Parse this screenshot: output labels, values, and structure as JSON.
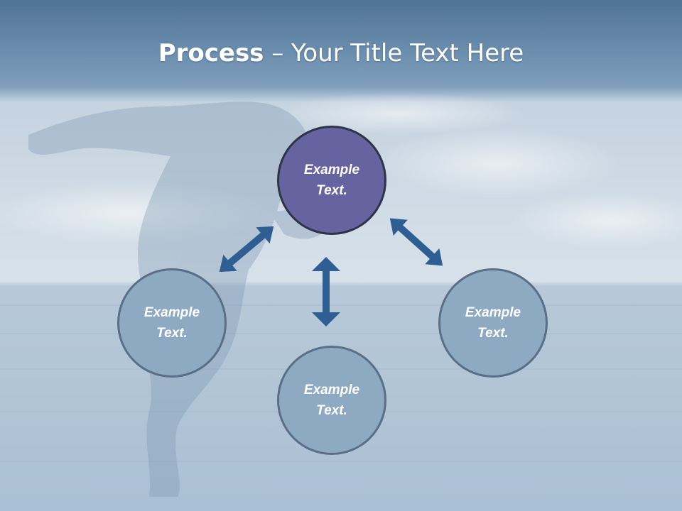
{
  "title": {
    "bold": "Process",
    "rest": " – Your Title Text Here"
  },
  "nodes": [
    {
      "label": "Example Text."
    },
    {
      "label": "Example Text."
    },
    {
      "label": "Example Text."
    },
    {
      "label": "Example Text."
    }
  ],
  "colors": {
    "center_fill": "#6664a0",
    "outer_fill": "#8ea9c2",
    "arrow": "#2f5f92"
  }
}
